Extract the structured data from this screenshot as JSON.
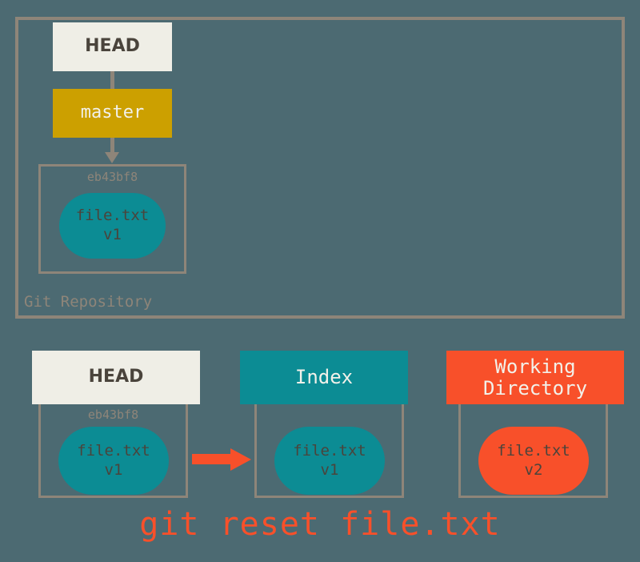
{
  "diagram": {
    "title": "git reset file.txt",
    "caption": "git reset file.txt",
    "colors": {
      "background": "#4c6a72",
      "frame_border": "#8e8579",
      "head_box": "#efeee6",
      "branch_box": "#cca000",
      "index_box": "#0c8c94",
      "working_dir_box": "#f8502a",
      "blob_committed": "#0c8c94",
      "blob_modified": "#f8502a",
      "arrow": "#f8502a",
      "text_dark": "#4a443c",
      "text_light": "#f2f1ea"
    }
  },
  "repository": {
    "label": "Git Repository",
    "head_label": "HEAD",
    "branch_label": "master",
    "commit": {
      "sha": "eb43bf8",
      "file_name": "file.txt",
      "file_version": "v1"
    }
  },
  "areas": [
    {
      "id": "head",
      "header_label": "HEAD",
      "header_style": "cream",
      "sha": "eb43bf8",
      "file_name": "file.txt",
      "file_version": "v1",
      "blob_style": "teal"
    },
    {
      "id": "index",
      "header_label": "Index",
      "header_style": "teal",
      "sha": "",
      "file_name": "file.txt",
      "file_version": "v1",
      "blob_style": "teal"
    },
    {
      "id": "working-directory",
      "header_label": "Working\nDirectory",
      "header_line1": "Working",
      "header_line2": "Directory",
      "header_style": "orange",
      "sha": "",
      "file_name": "file.txt",
      "file_version": "v2",
      "blob_style": "orange"
    }
  ]
}
